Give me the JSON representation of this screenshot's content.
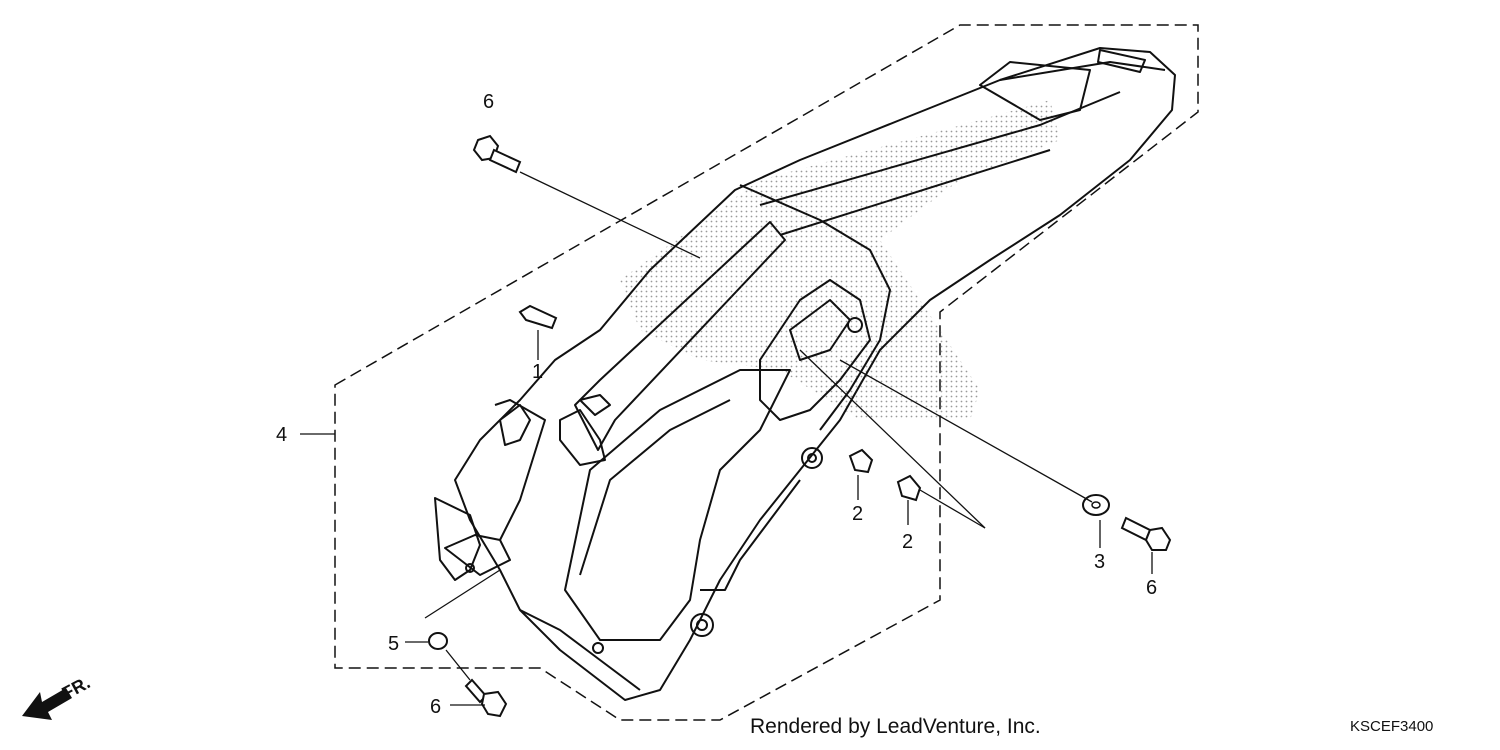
{
  "callouts": {
    "p1": "1",
    "p2a": "2",
    "p2b": "2",
    "p3": "3",
    "p4": "4",
    "p5": "5",
    "p6a": "6",
    "p6b": "6",
    "p6c": "6"
  },
  "direction_label": "FR.",
  "footer": {
    "credit": "Rendered by LeadVenture, Inc.",
    "diagram_code": "KSCEF3400"
  },
  "colors": {
    "line": "#111111",
    "halftone": "#9a9a9a"
  },
  "icons": {
    "front_arrow": "left-down-arrow-icon"
  }
}
